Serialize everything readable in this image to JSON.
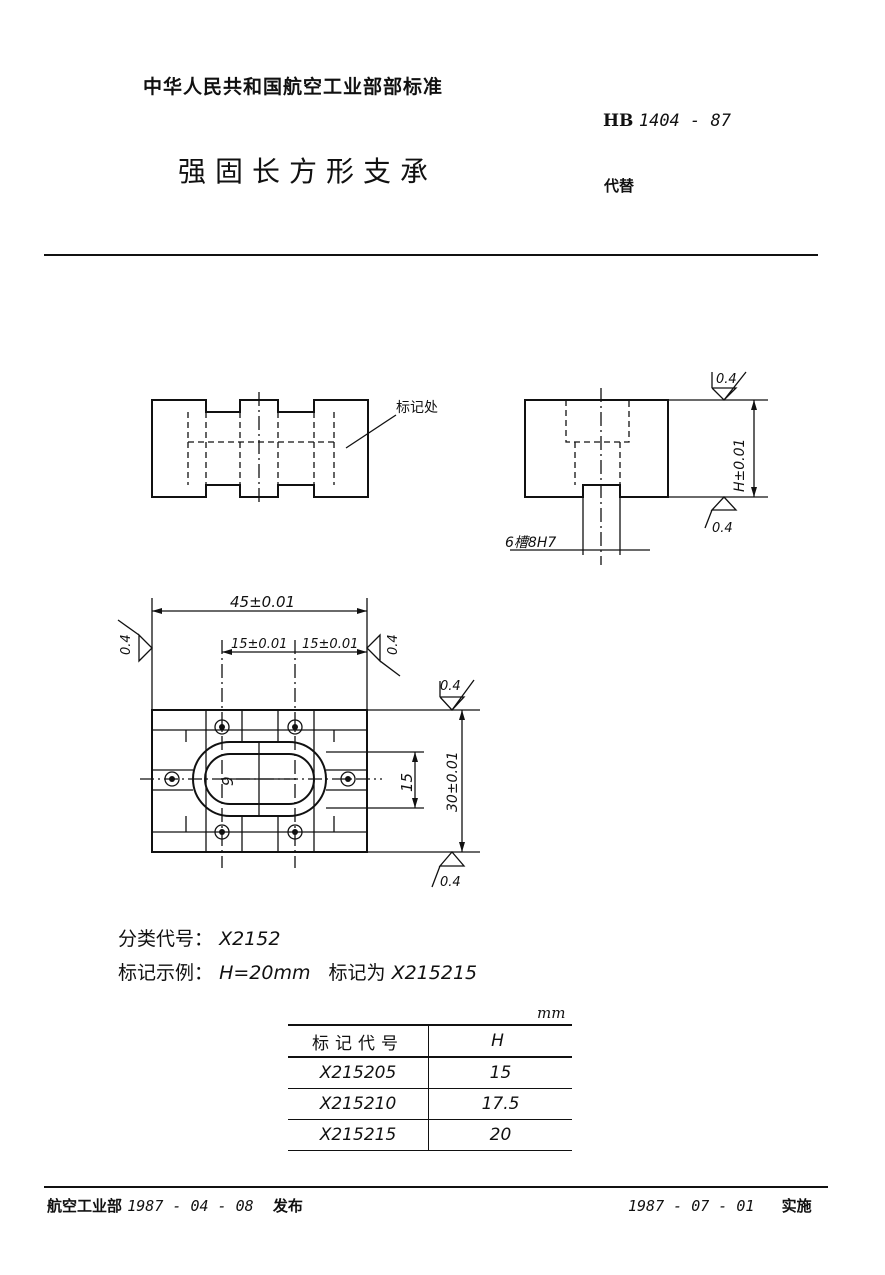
{
  "header": {
    "organization": "中华人民共和国航空工业部部标准",
    "standard_prefix": "HB",
    "standard_number": "1404 - 87",
    "title": "强固长方形支承",
    "replaces": "代替"
  },
  "drawing": {
    "mark_location_label": "标记处",
    "roughness_value": "0.4",
    "dim_H": "H±0.01",
    "slot_label": "6槽8H7",
    "dim_length": "45±0.01",
    "dim_pitch_left": "15±0.01",
    "dim_pitch_right": "15±0.01",
    "dim_width": "30±0.01",
    "dim_slot_width": "15",
    "dim_hole": "9"
  },
  "classification": {
    "label": "分类代号：",
    "code": "X2152"
  },
  "example": {
    "label": "标记示例：",
    "condition": "H=20mm",
    "marked_as_label": "标记为",
    "marked_as_code": "X215215"
  },
  "table": {
    "unit": "mm",
    "headers": [
      "标记代号",
      "H"
    ],
    "rows": [
      [
        "X215205",
        "15"
      ],
      [
        "X215210",
        "17.5"
      ],
      [
        "X215215",
        "20"
      ]
    ]
  },
  "footer": {
    "issuer": "航空工业部",
    "issue_date": "1987 - 04 - 08",
    "issue_label": "发布",
    "effective_date": "1987 - 07 - 01",
    "effective_label": "实施"
  }
}
